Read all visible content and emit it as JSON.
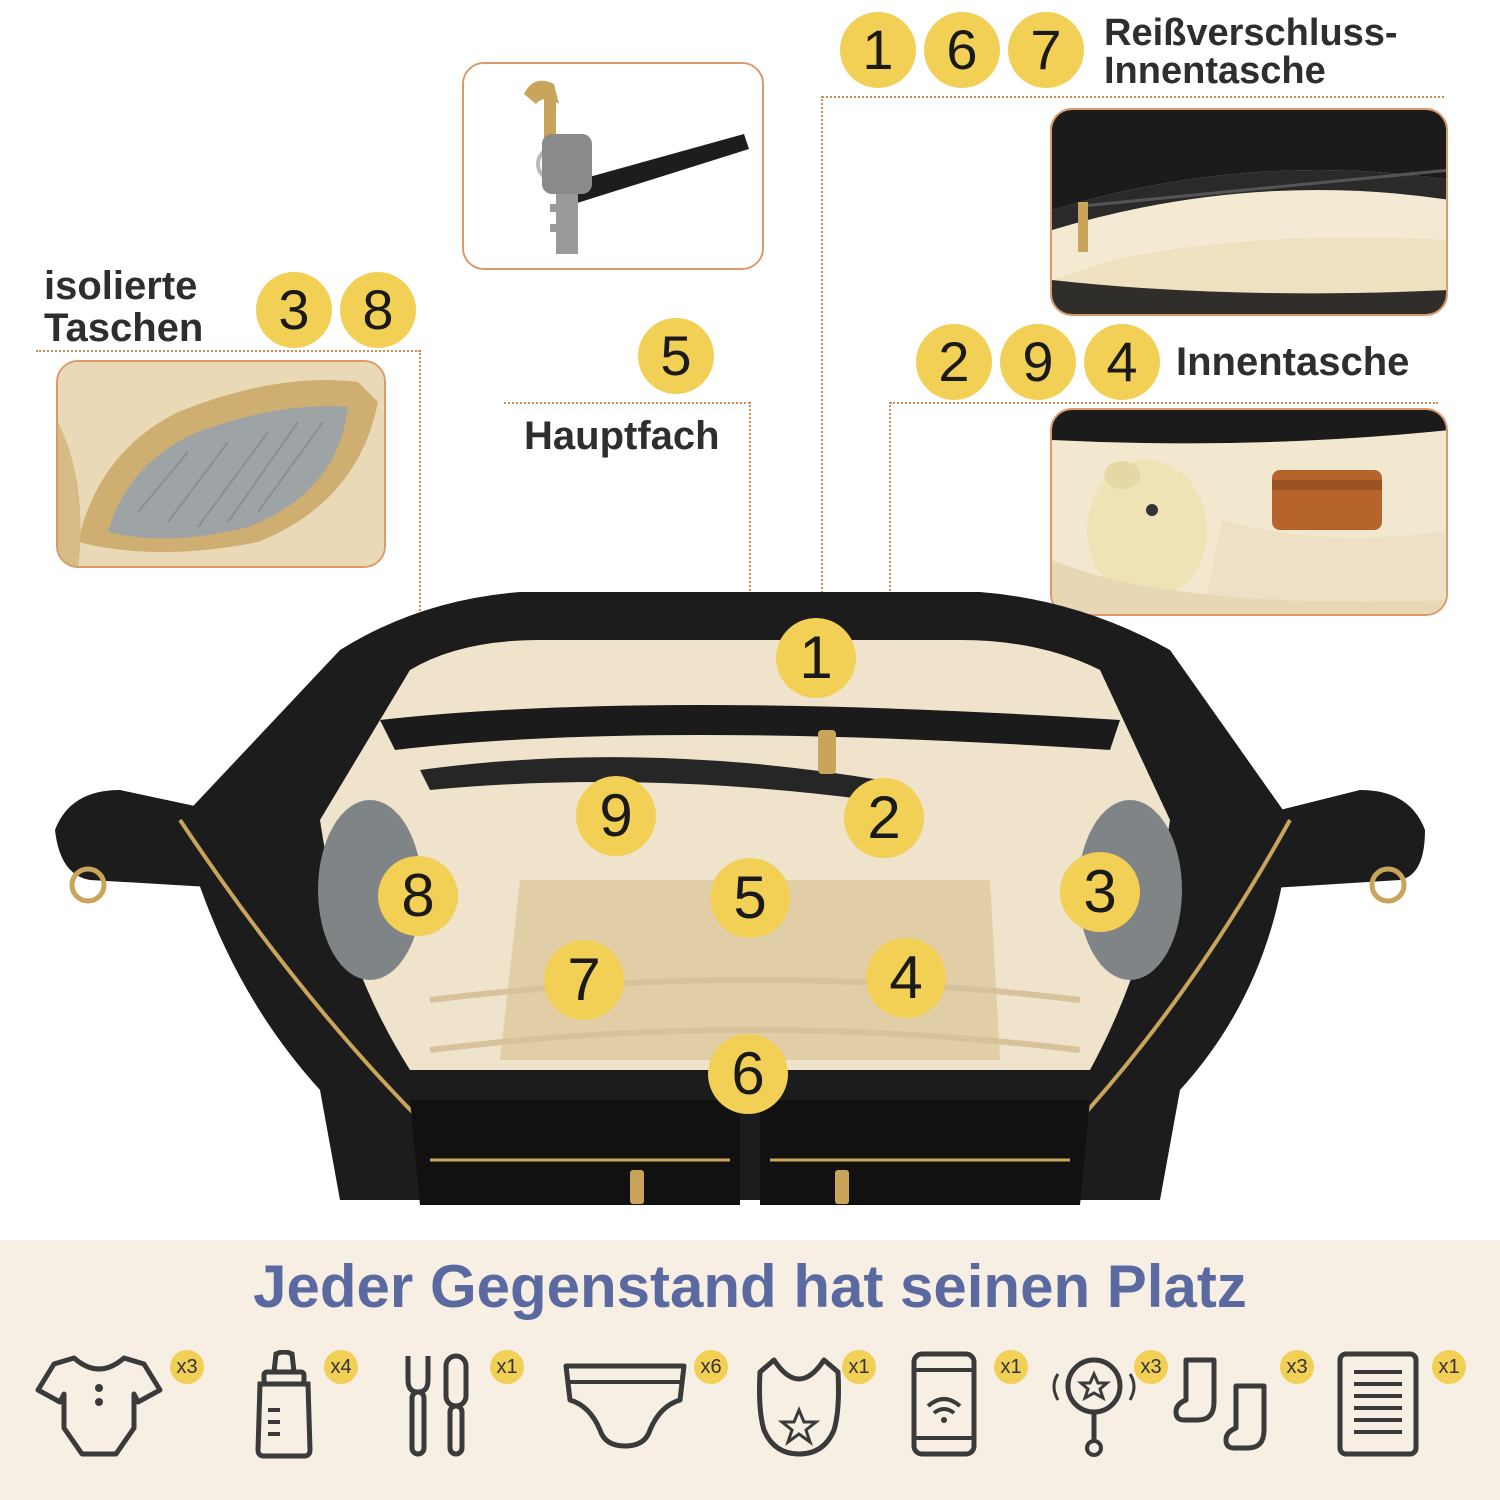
{
  "callouts": {
    "zip_pocket": {
      "badges": [
        "1",
        "6",
        "7"
      ],
      "label_line1": "Reißverschluss-",
      "label_line2": "Innentasche"
    },
    "inner_pocket": {
      "badges": [
        "2",
        "9",
        "4"
      ],
      "label": "Innentasche"
    },
    "insulated": {
      "badges": [
        "3",
        "8"
      ],
      "label_line1": "isolierte",
      "label_line2": "Taschen"
    },
    "main": {
      "badge": "5",
      "label": "Hauptfach"
    }
  },
  "bag_markers": [
    "1",
    "9",
    "2",
    "8",
    "5",
    "3",
    "7",
    "4",
    "6"
  ],
  "headline": "Jeder Gegenstand hat seinen Platz",
  "items": [
    {
      "icon": "onesie-icon",
      "qty": "x3"
    },
    {
      "icon": "baby-bottle-icon",
      "qty": "x4"
    },
    {
      "icon": "cutlery-icon",
      "qty": "x1"
    },
    {
      "icon": "diaper-icon",
      "qty": "x6"
    },
    {
      "icon": "bib-icon",
      "qty": "x1"
    },
    {
      "icon": "phone-icon",
      "qty": "x1"
    },
    {
      "icon": "rattle-icon",
      "qty": "x3"
    },
    {
      "icon": "socks-icon",
      "qty": "x3"
    },
    {
      "icon": "tablet-icon",
      "qty": "x1"
    }
  ],
  "colors": {
    "badge": "#f2cf55",
    "line": "#d28b55",
    "headline": "#5a6aa0",
    "bag": "#1c1c1c",
    "lining": "#efe3cc"
  }
}
